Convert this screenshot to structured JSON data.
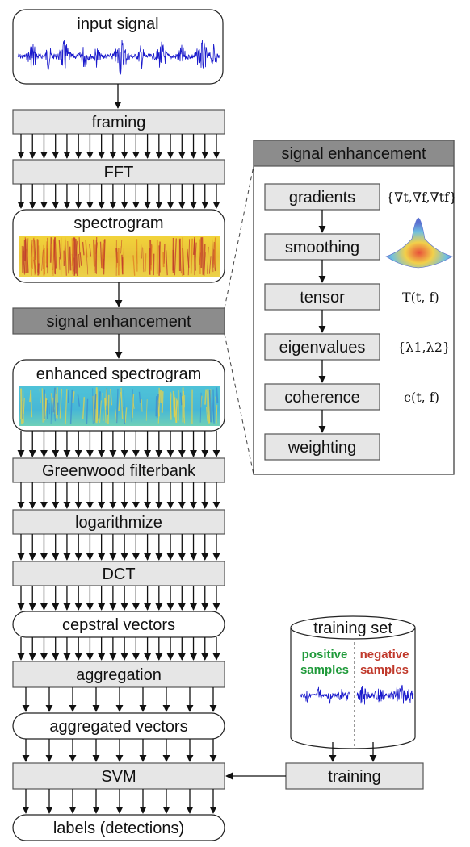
{
  "pipeline": {
    "input_signal": "input signal",
    "framing": "framing",
    "fft": "FFT",
    "spectrogram": "spectrogram",
    "signal_enhancement": "signal enhancement",
    "enhanced_spectrogram": "enhanced spectrogram",
    "greenwood": "Greenwood filterbank",
    "logarithmize": "logarithmize",
    "dct": "DCT",
    "cepstral_vectors": "cepstral vectors",
    "aggregation": "aggregation",
    "aggregated_vectors": "aggregated vectors",
    "svm": "SVM",
    "labels": "labels (detections)"
  },
  "enhancement_panel": {
    "title": "signal enhancement",
    "steps": [
      "gradients",
      "smoothing",
      "tensor",
      "eigenvalues",
      "coherence",
      "weighting"
    ],
    "formulas": {
      "gradients": "{∇t,∇f,∇tf}",
      "tensor": "T(t, f)",
      "eigenvalues": "{λ1,λ2}",
      "coherence": "c(t, f)"
    }
  },
  "training": {
    "set_title": "training set",
    "positive": [
      "positive",
      "samples"
    ],
    "negative": [
      "negative",
      "samples"
    ],
    "training_label": "training",
    "positive_color": "#1f9a3a",
    "negative_color": "#c0392b"
  },
  "colors": {
    "waveform": "#1a1acc",
    "gray_box": "#e6e6e6",
    "dark_box": "#8c8c8c"
  }
}
